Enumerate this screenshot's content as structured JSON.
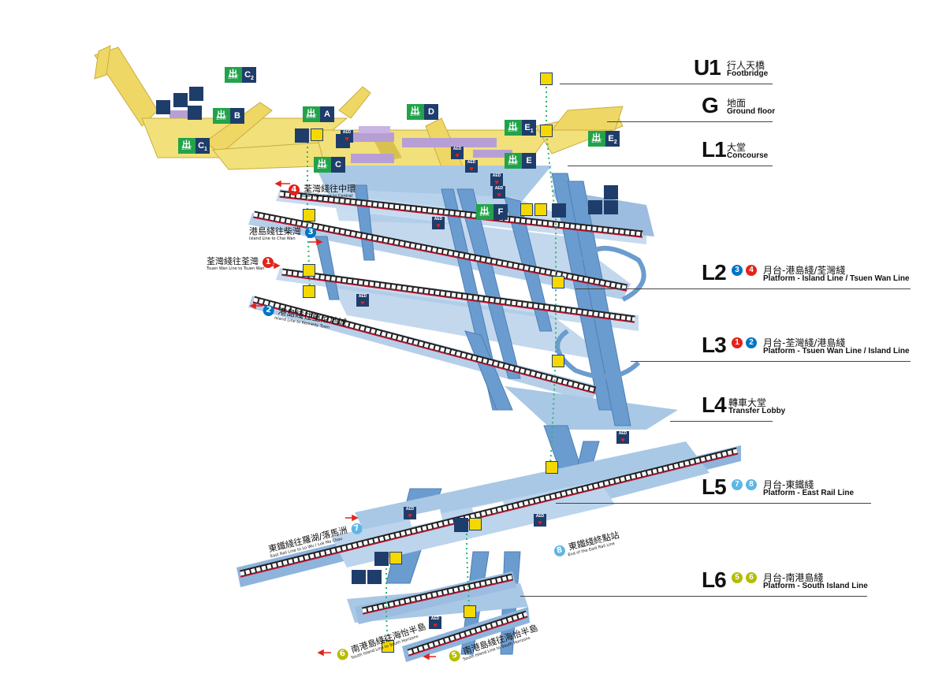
{
  "levels": [
    {
      "id": "U1",
      "code": "U1",
      "zh": "行人天橋",
      "en": "Footbridge",
      "badges": []
    },
    {
      "id": "G",
      "code": "G",
      "zh": "地面",
      "en": "Ground floor",
      "badges": []
    },
    {
      "id": "L1",
      "code": "L1",
      "zh": "大堂",
      "en": "Concourse",
      "badges": []
    },
    {
      "id": "L2",
      "code": "L2",
      "zh": "月台-港島綫/荃灣綫",
      "en": "Platform - Island Line / Tsuen Wan Line",
      "badges": [
        {
          "n": "3",
          "color": "#0075c2"
        },
        {
          "n": "4",
          "color": "#e2231a"
        }
      ]
    },
    {
      "id": "L3",
      "code": "L3",
      "zh": "月台-荃灣綫/港島綫",
      "en": "Platform - Tsuen Wan Line / Island Line",
      "badges": [
        {
          "n": "1",
          "color": "#e2231a"
        },
        {
          "n": "2",
          "color": "#0075c2"
        }
      ]
    },
    {
      "id": "L4",
      "code": "L4",
      "zh": "轉車大堂",
      "en": "Transfer Lobby",
      "badges": []
    },
    {
      "id": "L5",
      "code": "L5",
      "zh": "月台-東鐵綫",
      "en": "Platform - East Rail Line",
      "badges": [
        {
          "n": "7",
          "color": "#5eb6e4"
        },
        {
          "n": "8",
          "color": "#5eb6e4"
        }
      ]
    },
    {
      "id": "L6",
      "code": "L6",
      "zh": "月台-南港島綫",
      "en": "Platform - South Island Line",
      "badges": [
        {
          "n": "5",
          "color": "#b5bd00"
        },
        {
          "n": "6",
          "color": "#b5bd00"
        }
      ]
    }
  ],
  "exits": [
    {
      "label": "A",
      "sub": ""
    },
    {
      "label": "B",
      "sub": ""
    },
    {
      "label": "C",
      "sub": "1"
    },
    {
      "label": "C",
      "sub": "2"
    },
    {
      "label": "C",
      "sub": ""
    },
    {
      "label": "D",
      "sub": ""
    },
    {
      "label": "E",
      "sub": "1"
    },
    {
      "label": "E",
      "sub": "2"
    },
    {
      "label": "E",
      "sub": ""
    },
    {
      "label": "F",
      "sub": ""
    }
  ],
  "exit_word": "EXIT",
  "trains": [
    {
      "num": "4",
      "color": "#e2231a",
      "zh": "荃灣綫往中環",
      "en": "Tsuen Wan Line to Central"
    },
    {
      "num": "3",
      "color": "#0075c2",
      "zh": "港島綫往柴灣",
      "en": "Island Line to Chai Wan"
    },
    {
      "num": "1",
      "color": "#e2231a",
      "zh": "荃灣綫往荃灣",
      "en": "Tsuen Wan Line to Tsuen Wan"
    },
    {
      "num": "2",
      "color": "#0075c2",
      "zh": "港島綫往堅尼地城",
      "en": "Island Line to Kennedy Town"
    },
    {
      "num": "7",
      "color": "#5eb6e4",
      "zh": "東鐵綫往羅湖/落馬洲",
      "en": "East Rail Line to Lo Wu / Lok Ma Chau"
    },
    {
      "num": "8",
      "color": "#5eb6e4",
      "zh": "東鐵綫終點站",
      "en": "End of the East Rail Line"
    },
    {
      "num": "6",
      "color": "#b5bd00",
      "zh": "南港島綫往海怡半島",
      "en": "South Island Line to South Horizons"
    },
    {
      "num": "5",
      "color": "#b5bd00",
      "zh": "南港島綫往海怡半島",
      "en": "South Island Line to South Horizons"
    }
  ],
  "aed_label": "AED",
  "colors": {
    "footbridge": "#f2e07a",
    "concourse": "#a9c8e6",
    "structure": "#6b9ccf",
    "dark": "#1f3d6b",
    "exit_green": "#22a34b",
    "train_red": "#c8102e",
    "route_green": "#2bb673"
  }
}
